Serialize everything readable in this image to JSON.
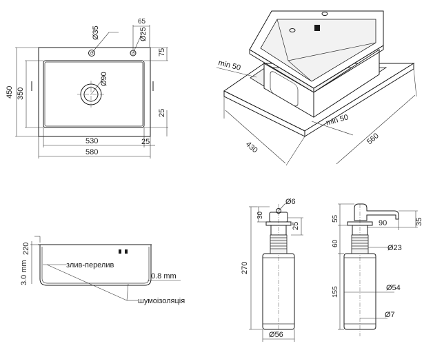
{
  "top_view": {
    "hole_small": "Ø35",
    "hole_tap": "Ø25",
    "offset_65": "65",
    "drain": "Ø90",
    "total_height": "450",
    "bowl_height": "350",
    "dim_75": "75",
    "dim_25_side": "25",
    "bowl_width": "530",
    "rim_25": "25",
    "total_width": "580"
  },
  "iso_view": {
    "min_left": "min 50",
    "min_right": "min 50",
    "depth": "430",
    "width": "560"
  },
  "section_view": {
    "wall_thickness": "3.0 mm",
    "depth": "220",
    "overflow_label": "злив-перелив",
    "sheet_thickness": "0.8 mm",
    "insulation_label": "шумоізоляція"
  },
  "dispenser_front": {
    "nozzle": "Ø6",
    "head": "30",
    "collar": "25",
    "height": "270",
    "bottle": "Ø56"
  },
  "dispenser_side": {
    "head": "55",
    "spout": "90",
    "spout_h": "35",
    "thread_len": "60",
    "thread_dia": "Ø23",
    "bottle_len": "155",
    "bottle_dia": "Ø54",
    "tube_dia": "Ø7"
  }
}
